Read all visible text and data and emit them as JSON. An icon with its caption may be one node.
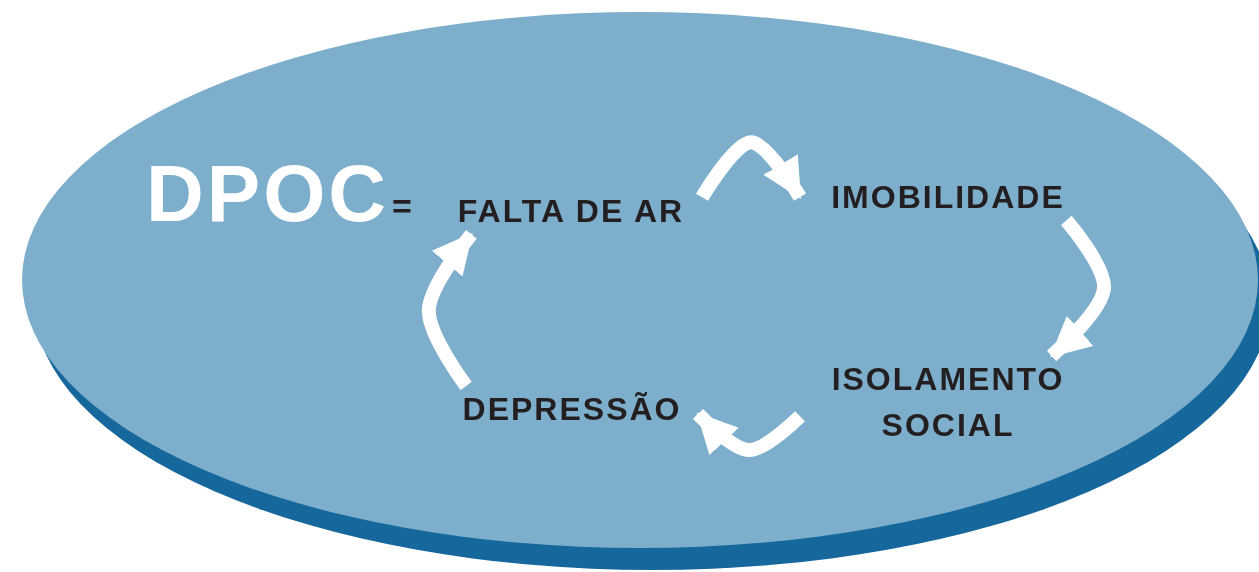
{
  "diagram": {
    "nodes": [
      {
        "text": [],
        "shape": "ellipse"
      },
      {
        "text": [
          "FALTA DE AR"
        ],
        "in": 0
      },
      {
        "text": [
          "IMOBILIDADE"
        ],
        "in": 0
      },
      {
        "text": [
          "ISOLAMENTO SOCIAL"
        ],
        "in": 0
      },
      {
        "text": [
          "DEPRESSÃO"
        ],
        "in": 0
      }
    ],
    "edges": [
      {
        "from": 1,
        "to": 2,
        "arrow": "to"
      },
      {
        "from": 2,
        "to": 3,
        "arrow": "to"
      },
      {
        "from": 3,
        "to": 4,
        "arrow": "to"
      },
      {
        "from": 4,
        "to": 1,
        "arrow": "to"
      }
    ],
    "labels": [
      "DPOC",
      "="
    ]
  }
}
